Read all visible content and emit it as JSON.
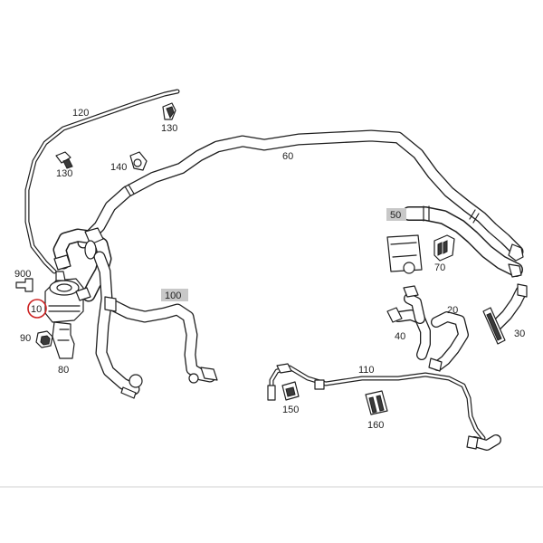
{
  "labels": {
    "p10": "10",
    "p20": "20",
    "p30": "30",
    "p40": "40",
    "p50": "50",
    "p60": "60",
    "p70": "70",
    "p80": "80",
    "p90": "90",
    "p100": "100",
    "p110": "110",
    "p120": "120",
    "p130a": "130",
    "p130b": "130",
    "p140": "140",
    "p150": "150",
    "p160": "160",
    "p900": "900"
  },
  "colors": {
    "line": "#1f1f1f",
    "highlight_box": "#c8c8c8",
    "highlight_circle": "#cc2222"
  }
}
